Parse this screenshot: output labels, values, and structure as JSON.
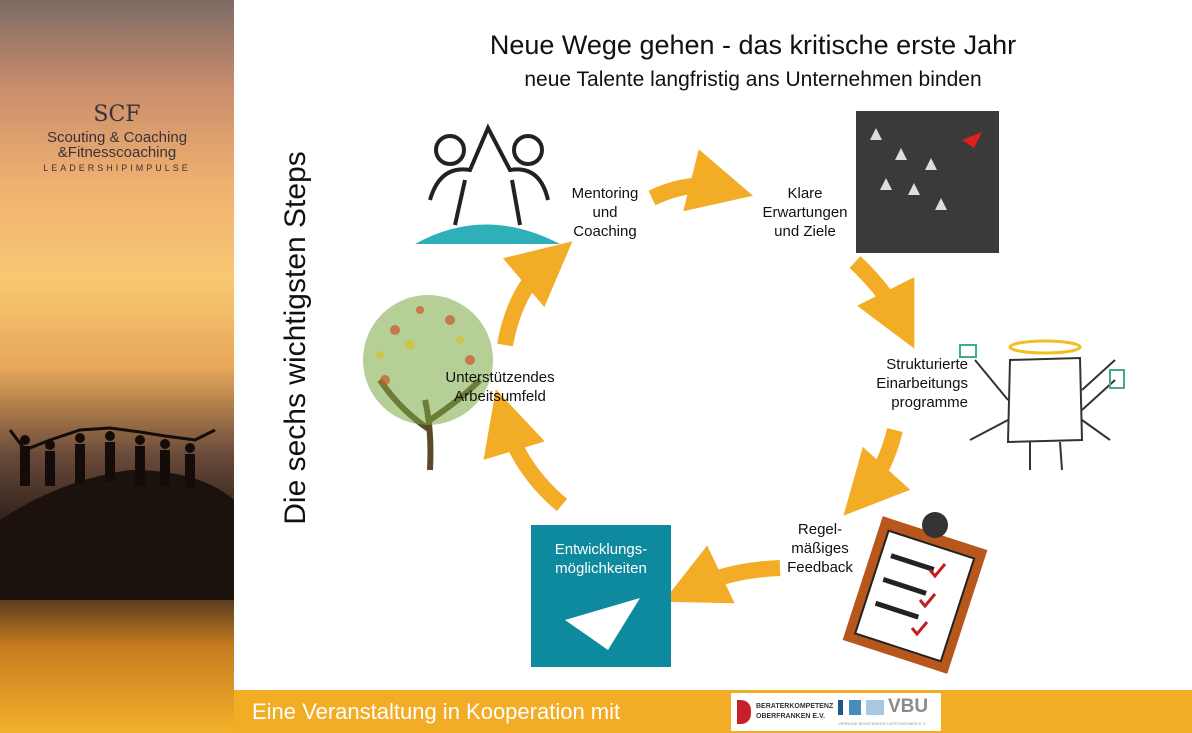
{
  "logo": {
    "mark": "SCF",
    "line1": "Scouting & Coaching",
    "line2": "&Fitnesscoaching",
    "line3": "LEADERSHIPIMPULSE"
  },
  "title": "Neue Wege gehen - das kritische erste Jahr",
  "subtitle": "neue Talente langfristig ans Unternehmen binden",
  "vertical_title": "Die sechs wichtigsten Steps",
  "steps": [
    {
      "label1": "Mentoring",
      "label2": "und",
      "label3": "Coaching"
    },
    {
      "label1": "Klare",
      "label2": "Erwartungen",
      "label3": "und Ziele"
    },
    {
      "label1": "Strukturierte",
      "label2": "Einarbeitungs",
      "label3": "programme"
    },
    {
      "label1": "Regel-",
      "label2": "mäßiges",
      "label3": "Feedback"
    },
    {
      "label1": "Entwicklungs-",
      "label2": "möglichkeiten"
    },
    {
      "label1": "Unterstützendes",
      "label2": "Arbeitsumfeld"
    }
  ],
  "footer": {
    "text": "Eine Veranstaltung in Kooperation mit",
    "partner1_line1": "BERATERKOMPETENZ",
    "partner1_line2": "OBERFRANKEN E.V.",
    "partner2": "VBU",
    "partner2_sub": "VERBUND BERATENDER UNTERNEHMER E.V."
  },
  "colors": {
    "arrow": "#f3ac25",
    "teal": "#0e8a9e"
  }
}
